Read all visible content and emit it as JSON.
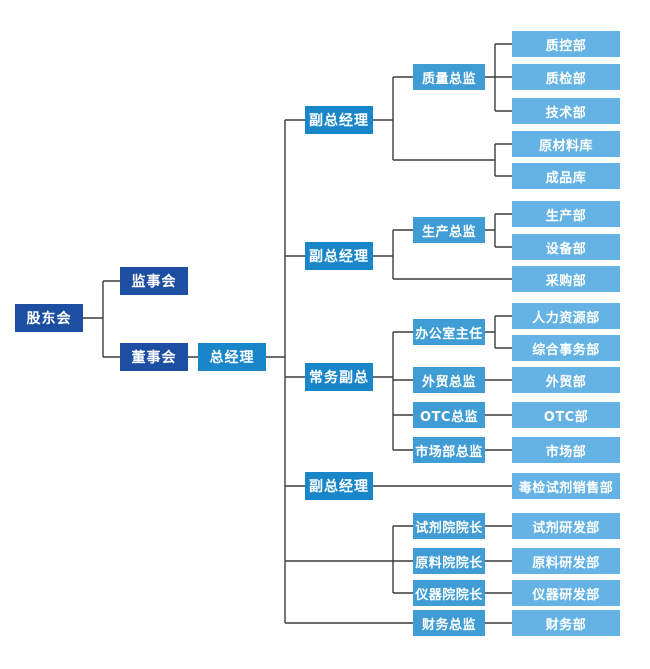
{
  "diagram": {
    "type": "org-chart",
    "colors": {
      "level1": "#1c4fa1",
      "level2": "#1986ca",
      "level3": "#3f9cd5",
      "level4": "#64b3e4",
      "line": "#3c3c3c",
      "text": "#ffffff",
      "background": "#ffffff"
    },
    "nodes": {
      "shareholders": {
        "label": "股东会",
        "level": 1
      },
      "supervisory_board": {
        "label": "监事会",
        "level": 1
      },
      "board_of_directors": {
        "label": "董事会",
        "level": 1
      },
      "general_manager": {
        "label": "总经理",
        "level": 2
      },
      "deputy_gm_1": {
        "label": "副总经理",
        "level": 2
      },
      "deputy_gm_2": {
        "label": "副总经理",
        "level": 2
      },
      "executive_deputy_gm": {
        "label": "常务副总",
        "level": 2
      },
      "deputy_gm_3": {
        "label": "副总经理",
        "level": 2
      },
      "quality_director": {
        "label": "质量总监",
        "level": 3
      },
      "production_director": {
        "label": "生产总监",
        "level": 3
      },
      "office_director": {
        "label": "办公室主任",
        "level": 3
      },
      "foreign_trade_director": {
        "label": "外贸总监",
        "level": 3
      },
      "otc_director": {
        "label": "OTC总监",
        "level": 3
      },
      "marketing_director": {
        "label": "市场部总监",
        "level": 3
      },
      "reagent_institute_dean": {
        "label": "试剂院院长",
        "level": 3
      },
      "raw_material_institute_dean": {
        "label": "原料院院长",
        "level": 3
      },
      "instrument_institute_dean": {
        "label": "仪器院院长",
        "level": 3
      },
      "finance_director": {
        "label": "财务总监",
        "level": 3
      },
      "quality_control_dept": {
        "label": "质控部",
        "level": 4
      },
      "quality_inspection_dept": {
        "label": "质检部",
        "level": 4
      },
      "technology_dept": {
        "label": "技术部",
        "level": 4
      },
      "raw_material_warehouse": {
        "label": "原材料库",
        "level": 4
      },
      "finished_goods_warehouse": {
        "label": "成品库",
        "level": 4
      },
      "production_dept": {
        "label": "生产部",
        "level": 4
      },
      "equipment_dept": {
        "label": "设备部",
        "level": 4
      },
      "purchasing_dept": {
        "label": "采购部",
        "level": 4
      },
      "hr_dept": {
        "label": "人力资源部",
        "level": 4
      },
      "general_affairs_dept": {
        "label": "综合事务部",
        "level": 4
      },
      "foreign_trade_dept": {
        "label": "外贸部",
        "level": 4
      },
      "otc_dept": {
        "label": "OTC部",
        "level": 4
      },
      "marketing_dept": {
        "label": "市场部",
        "level": 4
      },
      "drug_test_reagent_sales_dept": {
        "label": "毒检试剂销售部",
        "level": 4
      },
      "reagent_rd_dept": {
        "label": "试剂研发部",
        "level": 4
      },
      "raw_material_rd_dept": {
        "label": "原料研发部",
        "level": 4
      },
      "instrument_rd_dept": {
        "label": "仪器研发部",
        "level": 4
      },
      "finance_dept": {
        "label": "财务部",
        "level": 4
      }
    }
  }
}
